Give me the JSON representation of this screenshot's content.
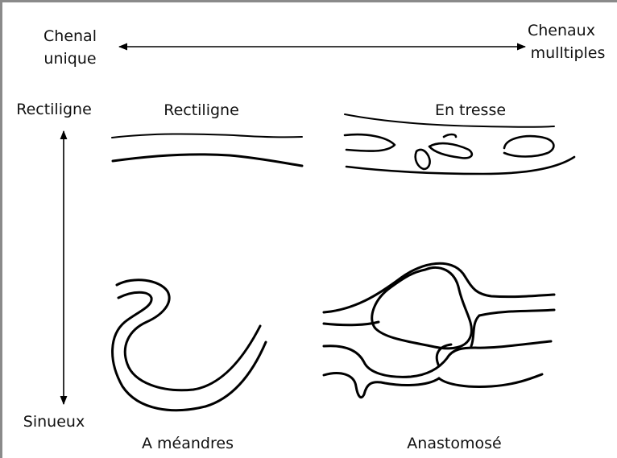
{
  "axis_top": {
    "left_line1": "Chenal",
    "left_line2": "unique",
    "right_line1": "Chenaux",
    "right_line2": "mulltiples"
  },
  "axis_left": {
    "top": "Rectiligne",
    "bottom": "Sinueux"
  },
  "panels": {
    "straight": "Rectiligne",
    "braided": "En tresse",
    "meandering": "A méandres",
    "anastomosed": "Anastomosé"
  }
}
